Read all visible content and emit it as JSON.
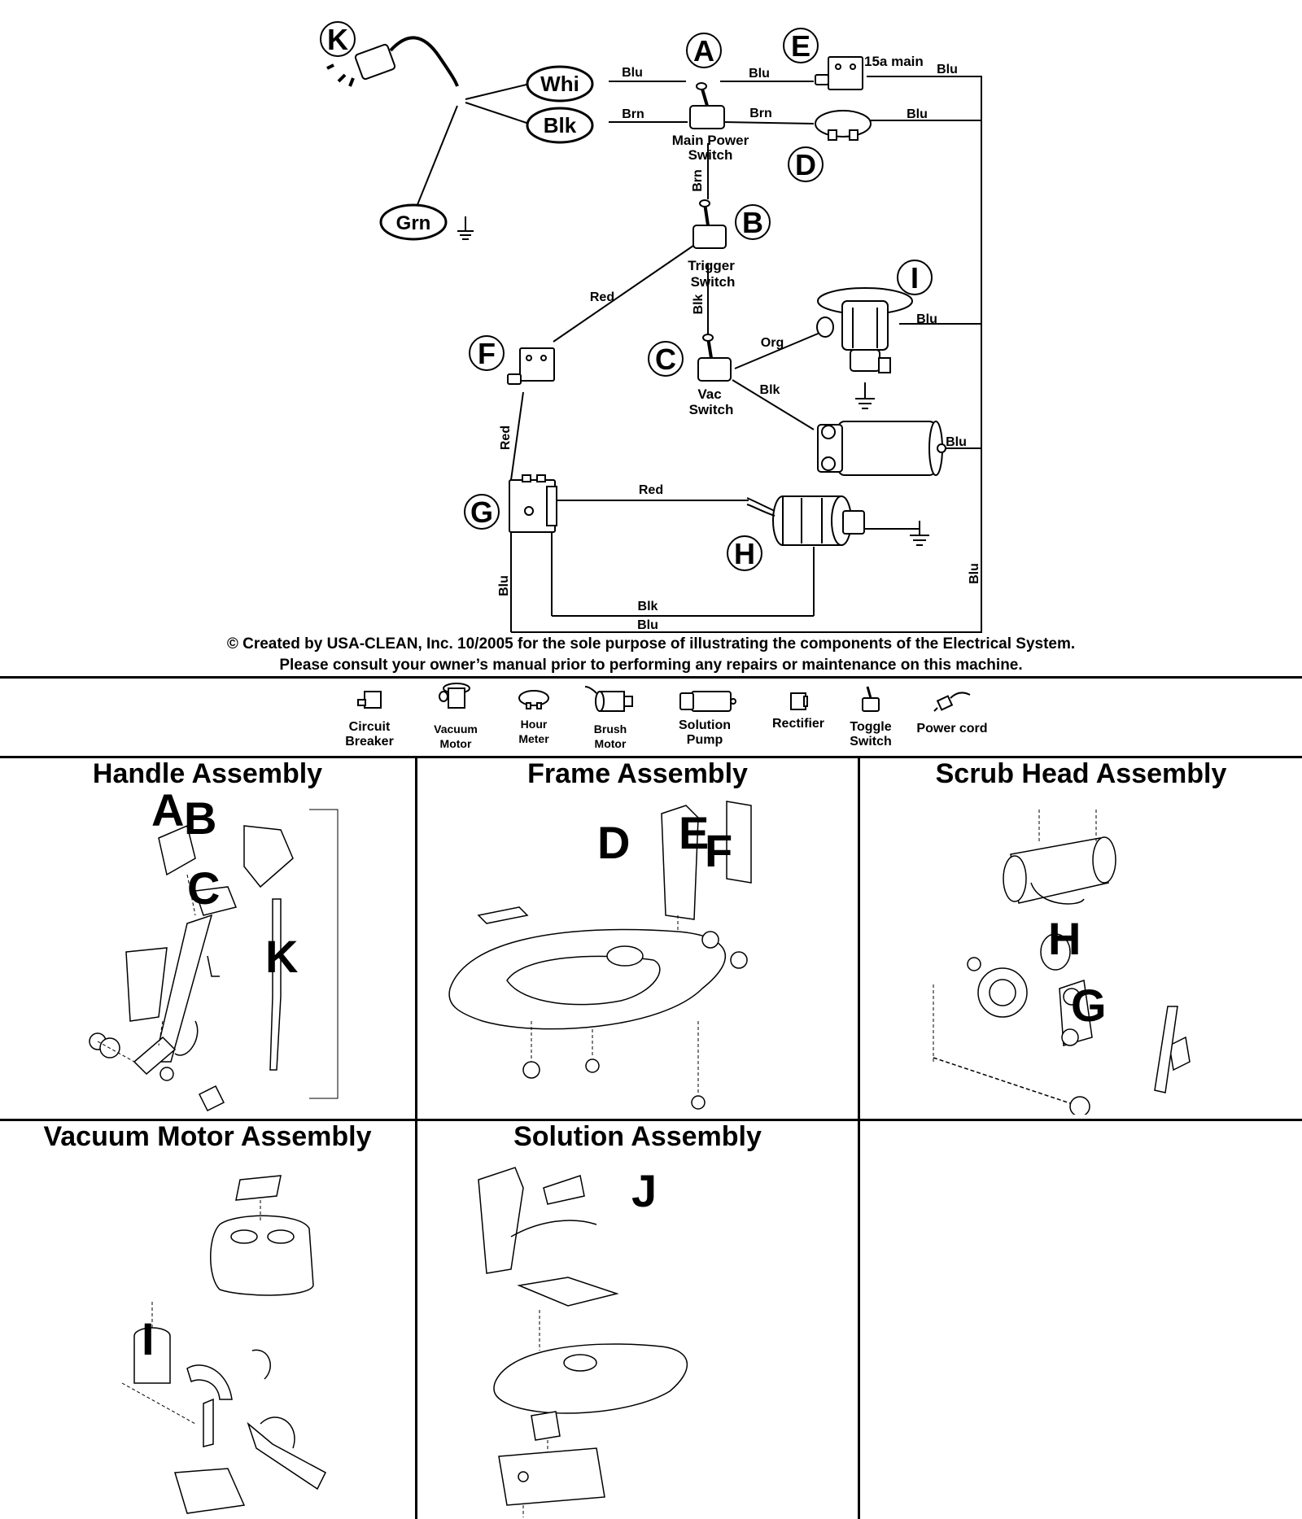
{
  "components": {
    "K": "K",
    "A": "A",
    "E": "E",
    "D": "D",
    "B": "B",
    "I": "I",
    "F": "F",
    "C": "C",
    "J": "J",
    "G": "G",
    "H": "H"
  },
  "wire_ovals": {
    "whi": "Whi",
    "blk": "Blk",
    "grn": "Grn"
  },
  "wire_labels": {
    "blu_whi_a": "Blu",
    "blu_a_e": "Blu",
    "blu_e_right": "Blu",
    "brn_blk_a": "Brn",
    "brn_a_d": "Brn",
    "blu_d_right": "Blu",
    "brn_vert": "Brn",
    "red_b_f": "Red",
    "blk_vert": "Blk",
    "org": "Org",
    "blk_c_j": "Blk",
    "blu_i": "Blu",
    "blu_j": "Blu",
    "red_f_g": "Red",
    "red_g_h": "Red",
    "blu_left": "Blu",
    "blk_bottom": "Blk",
    "blu_bottom": "Blu",
    "blu_right": "Blu"
  },
  "component_names": {
    "main_power_1": "Main Power",
    "main_power_2": "Switch",
    "trigger_1": "Trigger",
    "trigger_2": "Switch",
    "vac_1": "Vac",
    "vac_2": "Switch",
    "breaker_e": "15a main"
  },
  "copyright": {
    "line1": "© Created by USA-CLEAN, Inc. 10/2005 for the sole purpose of illustrating the components of the Electrical System.",
    "line2": "Please consult your owner’s manual prior to performing any repairs or maintenance on this machine."
  },
  "legend": [
    {
      "icon": "circuit-breaker-icon",
      "label": "Circuit\nBreaker"
    },
    {
      "icon": "vacuum-motor-icon",
      "label": "Vacuum\nMotor"
    },
    {
      "icon": "hour-meter-icon",
      "label": "Hour\nMeter"
    },
    {
      "icon": "brush-motor-icon",
      "label": "Brush\nMotor"
    },
    {
      "icon": "solution-pump-icon",
      "label": "Solution\nPump"
    },
    {
      "icon": "rectifier-icon",
      "label": "Rectifier"
    },
    {
      "icon": "toggle-switch-icon",
      "label": "Toggle\nSwitch"
    },
    {
      "icon": "power-cord-icon",
      "label": "Power cord"
    }
  ],
  "panels": {
    "handle": {
      "title": "Handle Assembly",
      "letters": [
        "A",
        "B",
        "C",
        "K"
      ]
    },
    "frame": {
      "title": "Frame Assembly",
      "letters": [
        "D",
        "E",
        "F"
      ]
    },
    "scrub": {
      "title": "Scrub Head Assembly",
      "letters": [
        "H",
        "G"
      ]
    },
    "vacuum": {
      "title": "Vacuum Motor Assembly",
      "letters": [
        "I"
      ]
    },
    "solution": {
      "title": "Solution Assembly",
      "letters": [
        "J"
      ]
    }
  },
  "colors": {
    "ink": "#000000",
    "background": "#ffffff"
  }
}
